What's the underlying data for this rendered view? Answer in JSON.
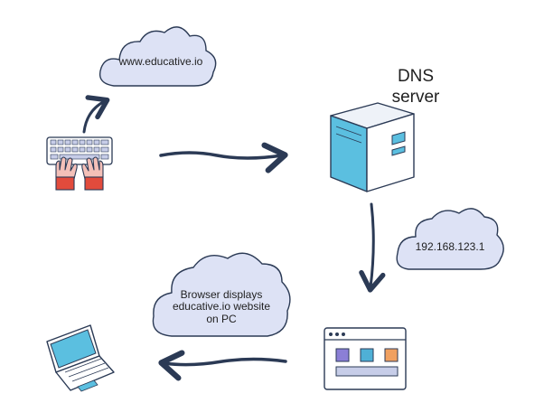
{
  "nodes": {
    "cloud_url": {
      "text": "www.educative.io"
    },
    "dns_server": {
      "title_line1": "DNS",
      "title_line2": "server"
    },
    "cloud_ip": {
      "text": "192.168.123.1"
    },
    "cloud_display": {
      "line1": "Browser displays",
      "line2": "educative.io website",
      "line3": "on PC"
    }
  },
  "icons": [
    "keyboard-hands-icon",
    "dns-server-icon",
    "browser-window-icon",
    "laptop-icon"
  ],
  "colors": {
    "outline": "#2b3a55",
    "cloud_fill": "#dde2f5",
    "server_blue": "#5bbfe0",
    "skin": "#f4c0b8",
    "purple": "#8b7fd6",
    "teal": "#4fb0d6",
    "orange": "#f0a060"
  }
}
